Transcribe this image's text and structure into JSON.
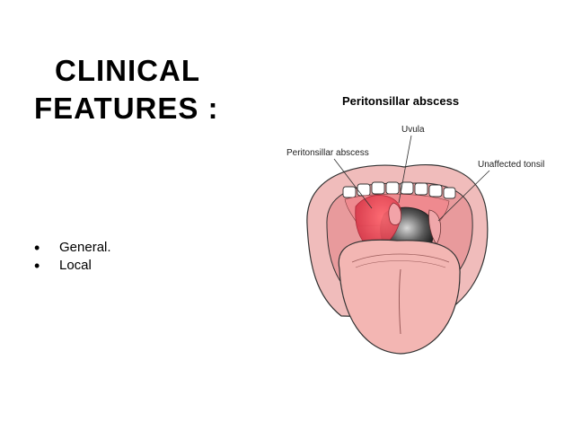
{
  "slide": {
    "title_line1": "CLINICAL",
    "title_line2": "FEATURES :",
    "bullets": [
      "General.",
      "Local"
    ]
  },
  "figure": {
    "title": "Peritonsillar abscess",
    "labels": {
      "uvula": "Uvula",
      "abscess": "Peritonsillar abscess",
      "unaffected": "Unaffected tonsil"
    }
  }
}
